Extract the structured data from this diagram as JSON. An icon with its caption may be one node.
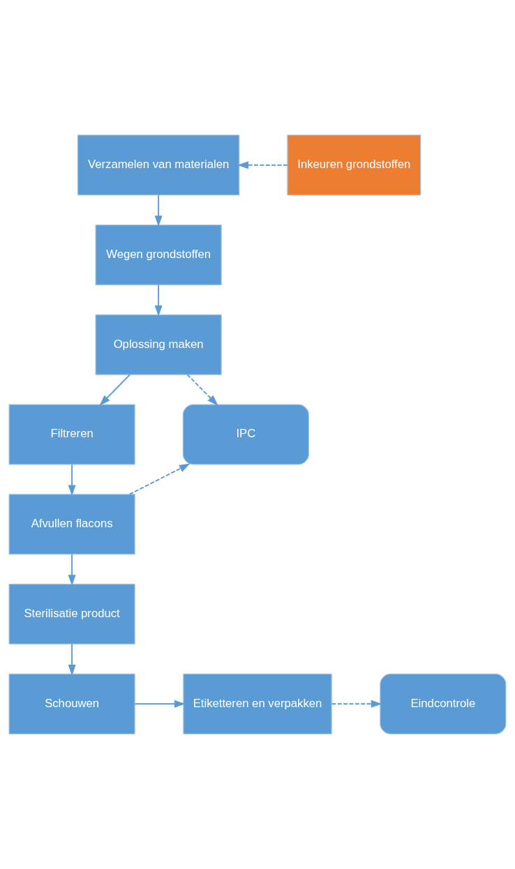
{
  "diagram": {
    "nodes": [
      {
        "text": [
          "Verzamelen van materialen"
        ]
      },
      {
        "text": [
          "Inkeuren grondstoffen"
        ]
      },
      {
        "text": [
          "Wegen grondstoffen"
        ]
      },
      {
        "text": [
          "Oplossing maken"
        ]
      },
      {
        "text": [
          "Filtreren"
        ]
      },
      {
        "text": [
          "IPC"
        ]
      },
      {
        "text": [
          "Afvullen flacons"
        ]
      },
      {
        "text": [
          "Sterilisatie product"
        ]
      },
      {
        "text": [
          "Schouwen"
        ]
      },
      {
        "text": [
          "Etiketteren en verpakken"
        ]
      },
      {
        "text": [
          "Eindcontrole"
        ]
      }
    ],
    "edges": [
      {
        "from": 1,
        "to": 0,
        "arrow": "to",
        "style": "dashed"
      },
      {
        "from": 0,
        "to": 2,
        "arrow": "to"
      },
      {
        "from": 2,
        "to": 3,
        "arrow": "to"
      },
      {
        "from": 3,
        "to": 5,
        "arrow": "to",
        "style": "dashed"
      },
      {
        "from": 3,
        "to": 4,
        "arrow": "to"
      },
      {
        "from": 4,
        "to": 6,
        "arrow": "to"
      },
      {
        "from": 6,
        "to": 5,
        "arrow": "to",
        "style": "dashed"
      },
      {
        "from": 6,
        "to": 7,
        "arrow": "to"
      },
      {
        "from": 7,
        "to": 8,
        "arrow": "to"
      },
      {
        "from": 8,
        "to": 9,
        "arrow": "to"
      },
      {
        "from": 9,
        "to": 10,
        "arrow": "to",
        "style": "dashed"
      }
    ]
  }
}
